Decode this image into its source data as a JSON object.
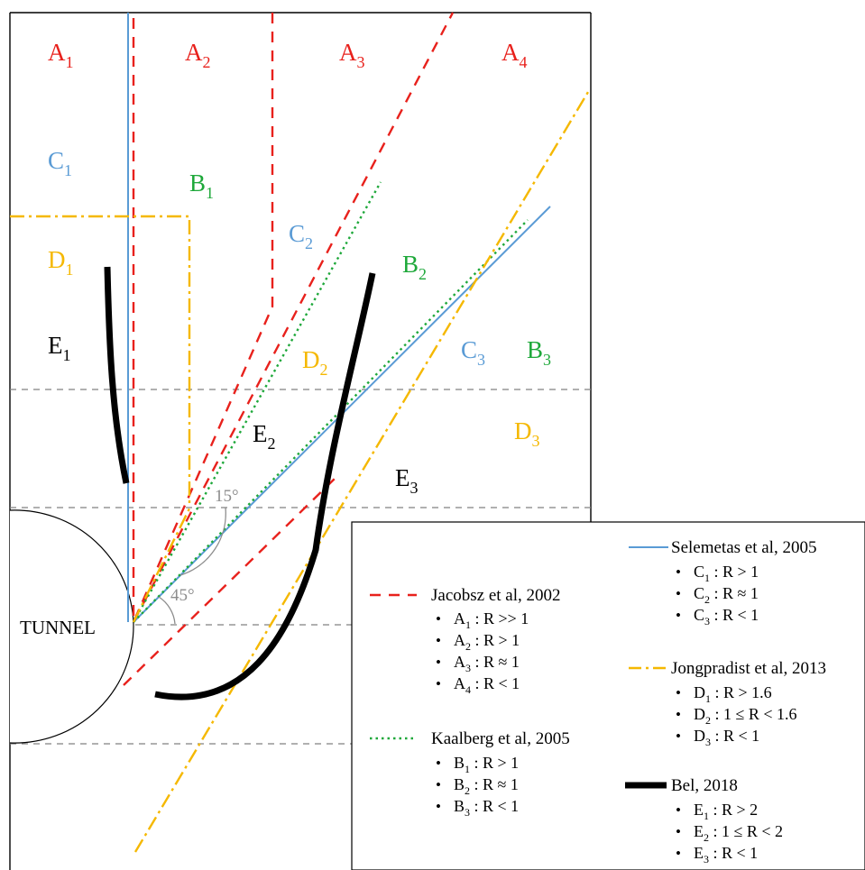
{
  "colors": {
    "jacobsz": "#e8211c",
    "kaalberg": "#1ea83a",
    "selemetas": "#5a9bd5",
    "jongpradist": "#f5b800",
    "bel": "#000000",
    "guide": "#808080",
    "angle": "#8c8c8c"
  },
  "diagram": {
    "tunnel_label": "TUNNEL",
    "angles": {
      "a15": "15°",
      "a45": "45°"
    },
    "zones": [
      {
        "id": "A1",
        "base": "A",
        "sub": "1",
        "color": "jacobsz"
      },
      {
        "id": "A2",
        "base": "A",
        "sub": "2",
        "color": "jacobsz"
      },
      {
        "id": "A3",
        "base": "A",
        "sub": "3",
        "color": "jacobsz"
      },
      {
        "id": "A4",
        "base": "A",
        "sub": "4",
        "color": "jacobsz"
      },
      {
        "id": "C1",
        "base": "C",
        "sub": "1",
        "color": "selemetas"
      },
      {
        "id": "B1",
        "base": "B",
        "sub": "1",
        "color": "kaalberg"
      },
      {
        "id": "C2",
        "base": "C",
        "sub": "2",
        "color": "selemetas"
      },
      {
        "id": "D1",
        "base": "D",
        "sub": "1",
        "color": "jongpradist"
      },
      {
        "id": "B2",
        "base": "B",
        "sub": "2",
        "color": "kaalberg"
      },
      {
        "id": "E1",
        "base": "E",
        "sub": "1",
        "color": "bel"
      },
      {
        "id": "D2",
        "base": "D",
        "sub": "2",
        "color": "jongpradist"
      },
      {
        "id": "C3",
        "base": "C",
        "sub": "3",
        "color": "selemetas"
      },
      {
        "id": "B3",
        "base": "B",
        "sub": "3",
        "color": "kaalberg"
      },
      {
        "id": "E2",
        "base": "E",
        "sub": "2",
        "color": "bel"
      },
      {
        "id": "D3",
        "base": "D",
        "sub": "3",
        "color": "jongpradist"
      },
      {
        "id": "E3",
        "base": "E",
        "sub": "3",
        "color": "bel"
      }
    ]
  },
  "legend": {
    "groups": [
      {
        "key": "jacobsz",
        "title": "Jacobsz et al, 2002",
        "style": "dashed",
        "items": [
          {
            "base": "A",
            "sub": "1",
            "rel": " : R >> 1"
          },
          {
            "base": "A",
            "sub": "2",
            "rel": " : R > 1"
          },
          {
            "base": "A",
            "sub": "3",
            "rel": " : R ≈ 1"
          },
          {
            "base": "A",
            "sub": "4",
            "rel": " : R < 1"
          }
        ]
      },
      {
        "key": "kaalberg",
        "title": "Kaalberg et al, 2005",
        "style": "dotted",
        "items": [
          {
            "base": "B",
            "sub": "1",
            "rel": " : R > 1"
          },
          {
            "base": "B",
            "sub": "2",
            "rel": " : R ≈ 1"
          },
          {
            "base": "B",
            "sub": "3",
            "rel": " : R < 1"
          }
        ]
      },
      {
        "key": "selemetas",
        "title": "Selemetas et al, 2005",
        "style": "solid",
        "items": [
          {
            "base": "C",
            "sub": "1",
            "rel": " : R > 1"
          },
          {
            "base": "C",
            "sub": "2",
            "rel": " : R ≈ 1"
          },
          {
            "base": "C",
            "sub": "3",
            "rel": " : R < 1"
          }
        ]
      },
      {
        "key": "jongpradist",
        "title": "Jongpradist et al, 2013",
        "style": "dashdot",
        "items": [
          {
            "base": "D",
            "sub": "1",
            "rel": " : R > 1.6"
          },
          {
            "base": "D",
            "sub": "2",
            "rel": " : 1 ≤ R < 1.6"
          },
          {
            "base": "D",
            "sub": "3",
            "rel": " : R < 1"
          }
        ]
      },
      {
        "key": "bel",
        "title": "Bel, 2018",
        "style": "thick",
        "items": [
          {
            "base": "E",
            "sub": "1",
            "rel": " : R > 2"
          },
          {
            "base": "E",
            "sub": "2",
            "rel": " : 1 ≤ R < 2"
          },
          {
            "base": "E",
            "sub": "3",
            "rel": " : R < 1"
          }
        ]
      }
    ],
    "bullet": "•"
  }
}
